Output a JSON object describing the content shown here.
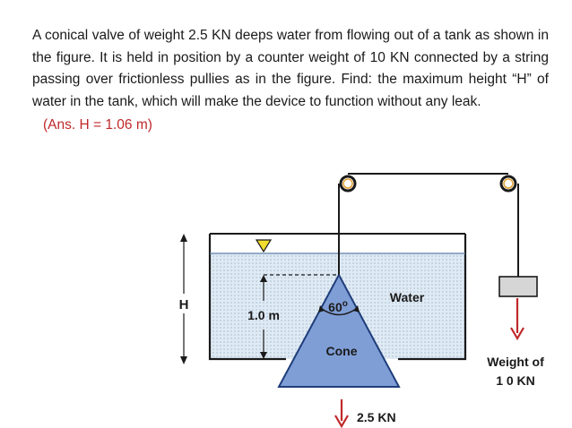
{
  "problem": {
    "text": "A conical valve of weight 2.5 KN deeps water from flowing out of a tank as shown in the figure. It is held in position by a counter weight of 10 KN connected by a string passing over frictionless pullies as in the figure. Find: the maximum height “H” of water in the tank, which will make the device to function without any leak.",
    "answer": "(Ans. H = 1.06 m)"
  },
  "figure": {
    "labels": {
      "height": "H",
      "depth": "1.0 m",
      "angle": "60",
      "angle_sup": "o",
      "water": "Water",
      "cone": "Cone",
      "cone_weight": "2.5 KN",
      "counter_weight_line1": "Weight of",
      "counter_weight_line2": "1 0 KN"
    },
    "colors": {
      "water_fill": "#dfeaf4",
      "water_dots": "#b3c6d8",
      "cone_fill": "#7f9ed6",
      "cone_stroke": "#1f3d7a",
      "force_arrow": "#c0282a",
      "free_surface_marker": "#f2dc2c",
      "counter_weight_fill": "#d6d6d6",
      "pulley_ring": "#e0a030"
    }
  }
}
